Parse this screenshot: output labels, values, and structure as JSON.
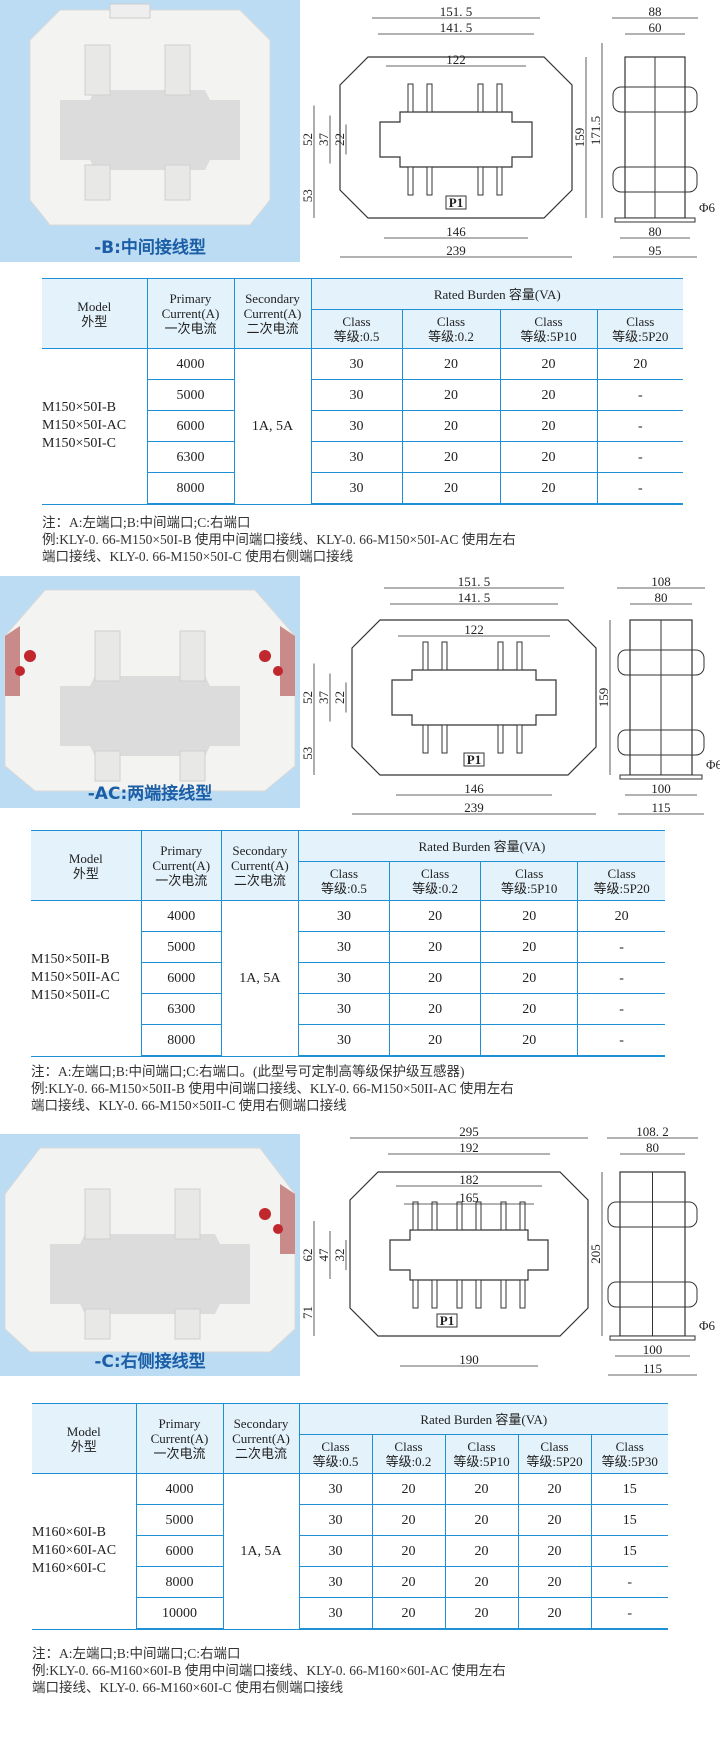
{
  "sections": [
    {
      "title": "-B:中间接线型",
      "drawing": {
        "top": [
          "151. 5",
          "141. 5",
          "122"
        ],
        "left": [
          "52",
          "37",
          "22",
          "53"
        ],
        "right": [
          "159",
          "171.5"
        ],
        "bottom": [
          "146",
          "239"
        ],
        "side_top": [
          "88",
          "60"
        ],
        "side_bottom": [
          "80",
          "95"
        ],
        "hole": "Φ6",
        "terminal_mark": "P1"
      },
      "table": {
        "headers": {
          "model": [
            "Model",
            "外型"
          ],
          "primary": [
            "Primary",
            "Current(A)",
            "一次电流"
          ],
          "secondary": [
            "Secondary",
            "Current(A)",
            "二次电流"
          ],
          "rated_burden": "Rated Burden 容量(VA)",
          "classes": [
            [
              "Class",
              "等级:0.5"
            ],
            [
              "Class",
              "等级:0.2"
            ],
            [
              "Class",
              "等级:5P10"
            ],
            [
              "Class",
              "等级:5P20"
            ]
          ]
        },
        "models": [
          "M150×50I-B",
          "M150×50I-AC",
          "M150×50I-C"
        ],
        "secondary_current": "1A, 5A",
        "rows": [
          {
            "primary": "4000",
            "values": [
              "30",
              "20",
              "20",
              "20"
            ]
          },
          {
            "primary": "5000",
            "values": [
              "30",
              "20",
              "20",
              "-"
            ]
          },
          {
            "primary": "6000",
            "values": [
              "30",
              "20",
              "20",
              "-"
            ]
          },
          {
            "primary": "6300",
            "values": [
              "30",
              "20",
              "20",
              "-"
            ]
          },
          {
            "primary": "8000",
            "values": [
              "30",
              "20",
              "20",
              "-"
            ]
          }
        ]
      },
      "notes": [
        "注：A:左端口;B:中间端口;C:右端口",
        "例:KLY-0. 66-M150×50I-B 使用中间端口接线、KLY-0. 66-M150×50I-AC 使用左右",
        "端口接线、KLY-0. 66-M150×50I-C 使用右侧端口接线"
      ]
    },
    {
      "title": "-AC:两端接线型",
      "drawing": {
        "top": [
          "151. 5",
          "141. 5",
          "122"
        ],
        "left": [
          "52",
          "37",
          "22",
          "53"
        ],
        "right": [
          "159"
        ],
        "bottom": [
          "146",
          "239"
        ],
        "side_top": [
          "108",
          "80"
        ],
        "side_bottom": [
          "100",
          "115"
        ],
        "hole": "Φ6",
        "terminal_mark": "P1"
      },
      "table": {
        "headers": {
          "model": [
            "Model",
            "外型"
          ],
          "primary": [
            "Primary",
            "Current(A)",
            "一次电流"
          ],
          "secondary": [
            "Secondary",
            "Current(A)",
            "二次电流"
          ],
          "rated_burden": "Rated Burden 容量(VA)",
          "classes": [
            [
              "Class",
              "等级:0.5"
            ],
            [
              "Class",
              "等级:0.2"
            ],
            [
              "Class",
              "等级:5P10"
            ],
            [
              "Class",
              "等级:5P20"
            ]
          ]
        },
        "models": [
          "M150×50II-B",
          "M150×50II-AC",
          "M150×50II-C"
        ],
        "secondary_current": "1A, 5A",
        "rows": [
          {
            "primary": "4000",
            "values": [
              "30",
              "20",
              "20",
              "20"
            ]
          },
          {
            "primary": "5000",
            "values": [
              "30",
              "20",
              "20",
              "-"
            ]
          },
          {
            "primary": "6000",
            "values": [
              "30",
              "20",
              "20",
              "-"
            ]
          },
          {
            "primary": "6300",
            "values": [
              "30",
              "20",
              "20",
              "-"
            ]
          },
          {
            "primary": "8000",
            "values": [
              "30",
              "20",
              "20",
              "-"
            ]
          }
        ]
      },
      "notes": [
        "注：A:左端口;B:中间端口;C:右端口。(此型号可定制高等级保护级互感器)",
        "例:KLY-0. 66-M150×50II-B 使用中间端口接线、KLY-0. 66-M150×50II-AC 使用左右",
        "端口接线、KLY-0. 66-M150×50II-C 使用右侧端口接线"
      ]
    },
    {
      "title": "-C:右侧接线型",
      "drawing": {
        "top": [
          "295",
          "192",
          "182",
          "165"
        ],
        "left": [
          "62",
          "47",
          "32",
          "71"
        ],
        "right": [
          "205"
        ],
        "bottom": [
          "190"
        ],
        "side_top": [
          "108. 2",
          "80"
        ],
        "side_bottom": [
          "100",
          "115"
        ],
        "hole": "Φ6",
        "terminal_mark": "P1"
      },
      "table": {
        "headers": {
          "model": [
            "Model",
            "外型"
          ],
          "primary": [
            "Primary",
            "Current(A)",
            "一次电流"
          ],
          "secondary": [
            "Secondary",
            "Current(A)",
            "二次电流"
          ],
          "rated_burden": "Rated Burden 容量(VA)",
          "classes": [
            [
              "Class",
              "等级:0.5"
            ],
            [
              "Class",
              "等级:0.2"
            ],
            [
              "Class",
              "等级:5P10"
            ],
            [
              "Class",
              "等级:5P20"
            ],
            [
              "Class",
              "等级:5P30"
            ]
          ]
        },
        "models": [
          "M160×60I-B",
          "M160×60I-AC",
          "M160×60I-C"
        ],
        "secondary_current": "1A, 5A",
        "rows": [
          {
            "primary": "4000",
            "values": [
              "30",
              "20",
              "20",
              "20",
              "15"
            ]
          },
          {
            "primary": "5000",
            "values": [
              "30",
              "20",
              "20",
              "20",
              "15"
            ]
          },
          {
            "primary": "6000",
            "values": [
              "30",
              "20",
              "20",
              "20",
              "15"
            ]
          },
          {
            "primary": "8000",
            "values": [
              "30",
              "20",
              "20",
              "20",
              "-"
            ]
          },
          {
            "primary": "10000",
            "values": [
              "30",
              "20",
              "20",
              "20",
              "-"
            ]
          }
        ]
      },
      "notes": [
        "注：A:左端口;B:中间端口;C:右端口",
        "例:KLY-0. 66-M160×60I-B 使用中间端口接线、KLY-0. 66-M160×60I-AC 使用左右",
        "端口接线、KLY-0. 66-M160×60I-C 使用右侧端口接线"
      ]
    }
  ],
  "colors": {
    "photo_bg": "#bcdcf3",
    "title": "#1b5ea6",
    "table_border": "#1f8fd6",
    "table_header_bg": "#e4f2fb",
    "terminal_red": "#c0282d"
  }
}
